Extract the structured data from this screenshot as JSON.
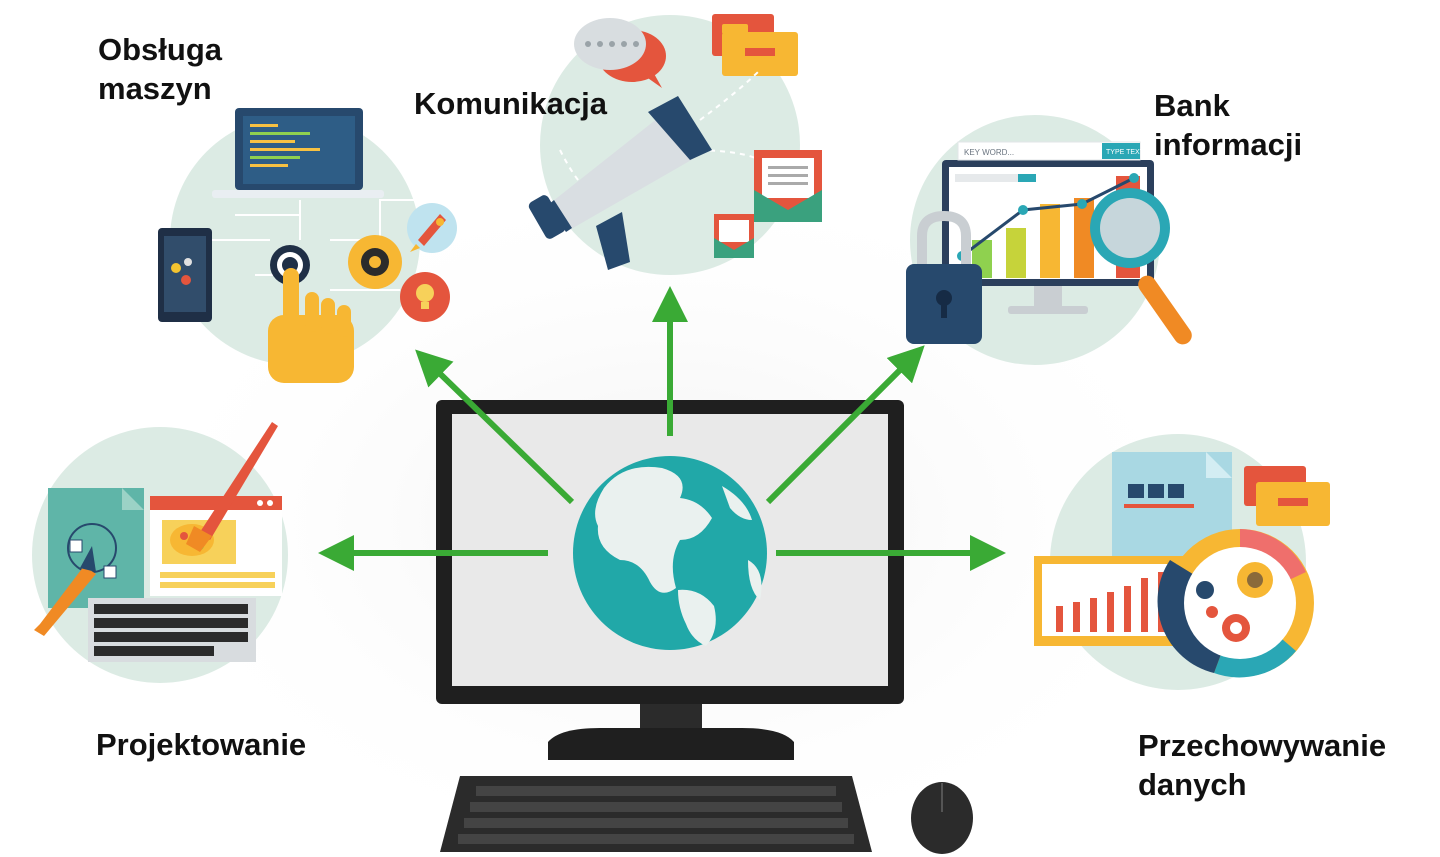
{
  "labels": {
    "machines": [
      "Obsługa",
      "maszyn"
    ],
    "communication": "Komunikacja",
    "bank": [
      "Bank",
      "informacji"
    ],
    "design": "Projektowanie",
    "storage": [
      "Przechowywanie",
      "danych"
    ]
  },
  "bank_screen": {
    "search_text": "KEY WORD...",
    "button_text": "TYPE TEXT"
  },
  "colors": {
    "arrow": "#3aaa35",
    "circle_bg": "#dcebe4",
    "globe_ocean": "#21a8a8",
    "globe_land": "#eaf1ef",
    "monitor": "#2b2b2b"
  }
}
